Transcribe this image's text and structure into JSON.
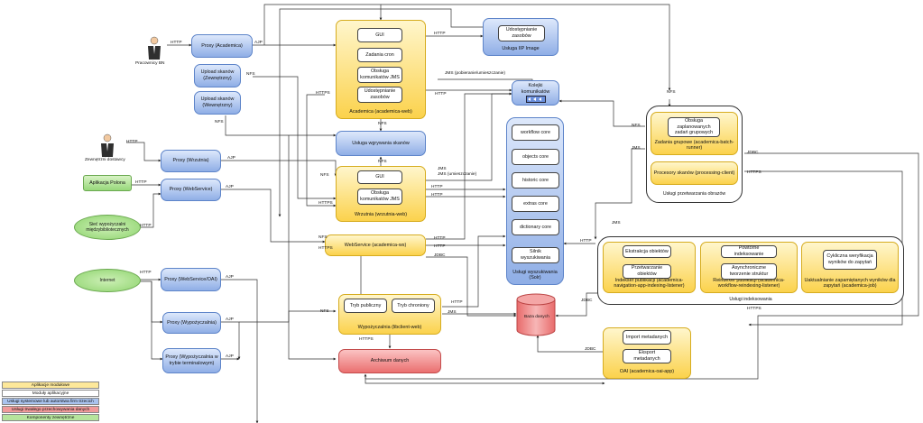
{
  "actors": {
    "bn": "Pracownicy BN",
    "vendors": "Zewnętrzni dostawcy",
    "polona": "Aplikacja Polona",
    "network": "Sieć wypożyczalni międzybibliotecznych",
    "internet": "Internet"
  },
  "proxies": {
    "academica": "Proxy (Academica)",
    "wrzutnia": "Proxy (Wrzutnia)",
    "webservice": "Proxy (WebService)",
    "webservice_oai": "Proxy (WebService/OAI)",
    "wypozyczalnia": "Proxy (Wypożyczalnia)",
    "wypozyczalnia_term": "Proxy (Wypożyczalnia w trybie terminalowym)"
  },
  "uploads": {
    "external": "Upload skanów (Zewnętrzny)",
    "internal": "Upload skanów (Wewnętrzny)"
  },
  "academica": {
    "gui": "GUI",
    "cron": "Zadania cron",
    "jms": "Obsługa komunikatów JMS",
    "share": "Udostępnianie zasobów",
    "title": "Academica (academica-web)"
  },
  "scan_service": "Usługa wgrywania skanów",
  "wrzutnia": {
    "gui": "GUI",
    "jms": "Obsługa komunikatów JMS",
    "title": "Wrzutnia (wrzutnia-web)"
  },
  "webservice": "WebService (academica-ws)",
  "wypozyczalnia": {
    "public": "Tryb publiczny",
    "protected": "Tryb chroniony",
    "title": "Wypożyczalnia (libclient-web)"
  },
  "archive": "Archiwum danych",
  "iip": {
    "inner": "Udostępnianie zasobów",
    "title": "Usługa IIP Image"
  },
  "queue": "Kolejki komunikatów",
  "solr": {
    "cores": [
      "workflow core",
      "objects core",
      "historic core",
      "extras core",
      "dictionary core",
      "Silnik wyszukiwania"
    ],
    "title": "Usługi wyszukiwania (Solr)"
  },
  "db": "Baza danych",
  "oai": {
    "import": "Import metadanych",
    "export": "Eksport metadanych",
    "title": "OAI (academica-oai-app)"
  },
  "processing": {
    "group_inner": "Obsługa zaplanowanych zadań grupowych",
    "group_title": "Zadania grupowe (academica-batch-runner)",
    "scan_proc": "Procesory skanów (processing-client)",
    "title": "Usługi przetwarzania obrazów"
  },
  "indexing": {
    "extract": "Ekstrakcja obiektów",
    "process": "Przetwarzanie obiektów",
    "indexer": "Indekser publikacji (academica-navigation-app-indexing-listener)",
    "reindex": "Powtórne indeksowanie",
    "async": "Asynchroniczne tworzenie struktur",
    "reindexer": "Reindexer publikacji (academica-workflow-reindexing-listener)",
    "verify": "Cykliczna weryfikacja wyników do zapytań",
    "refresh": "Uaktualnianie zapamiętanych wyników dla zapytań (academica-job)",
    "title": "Usługi indeksowania"
  },
  "protocols": {
    "http": "HTTP",
    "ajp": "AJP",
    "https": "HTTPS",
    "nfs": "NFS",
    "jms": "JMS",
    "jdbc": "JDBC",
    "jms_pub": "JMS (pobieranie/umieszczanie)",
    "jms_cap": "JMS (umieszczanie)"
  },
  "legend": [
    {
      "label": "Aplikacje modułowe",
      "color": "#fde89a"
    },
    {
      "label": "Moduły aplikacyjne",
      "color": "#ffffff"
    },
    {
      "label": "Usługi systemowe lub autorstwa firm trzecich",
      "color": "#a9c3ee"
    },
    {
      "label": "Usługi trwałego przechowywania danych",
      "color": "#f09a9a"
    },
    {
      "label": "Komponenty zewnętrzne",
      "color": "#b6e49c"
    }
  ]
}
